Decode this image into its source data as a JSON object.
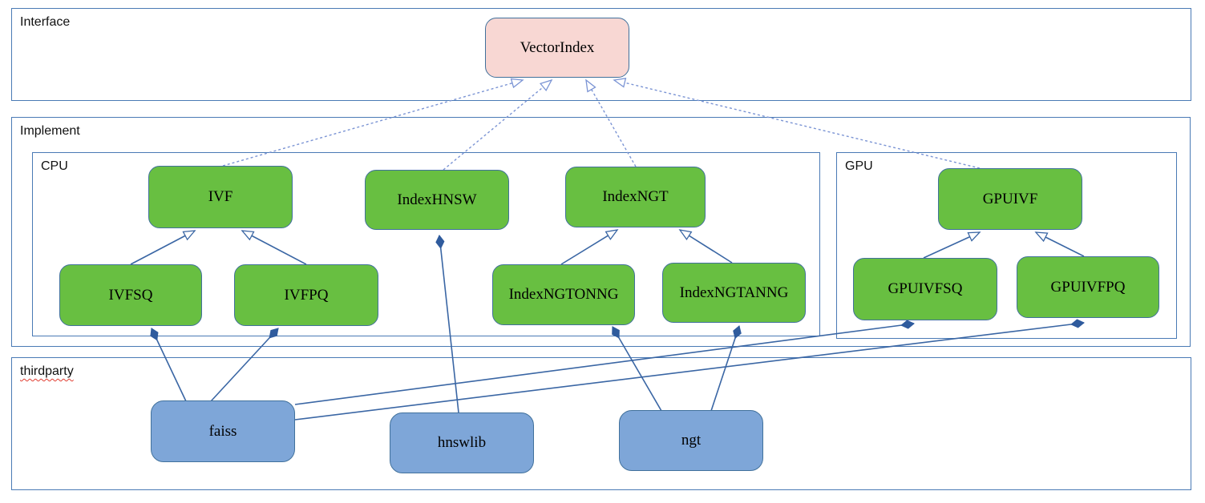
{
  "diagram": {
    "containers": {
      "interface": {
        "label": "Interface"
      },
      "implement": {
        "label": "Implement"
      },
      "cpu": {
        "label": "CPU"
      },
      "gpu": {
        "label": "GPU"
      },
      "thirdparty": {
        "label": "thirdparty",
        "spellcheck_underline": true
      }
    },
    "nodes": {
      "vectorindex": {
        "label": "VectorIndex",
        "kind": "interface"
      },
      "ivf": {
        "label": "IVF",
        "kind": "cpu-class"
      },
      "indexhnsw": {
        "label": "IndexHNSW",
        "kind": "cpu-class"
      },
      "indexngt": {
        "label": "IndexNGT",
        "kind": "cpu-class"
      },
      "ivfsq": {
        "label": "IVFSQ",
        "kind": "cpu-class"
      },
      "ivfpq": {
        "label": "IVFPQ",
        "kind": "cpu-class"
      },
      "indexngtonng": {
        "label": "IndexNGTONNG",
        "kind": "cpu-class"
      },
      "indexngtanng": {
        "label": "IndexNGTANNG",
        "kind": "cpu-class"
      },
      "gpuivf": {
        "label": "GPUIVF",
        "kind": "gpu-class"
      },
      "gpuivfsq": {
        "label": "GPUIVFSQ",
        "kind": "gpu-class"
      },
      "gpuivfpq": {
        "label": "GPUIVFPQ",
        "kind": "gpu-class"
      },
      "faiss": {
        "label": "faiss",
        "kind": "thirdparty-lib"
      },
      "hnswlib": {
        "label": "hnswlib",
        "kind": "thirdparty-lib"
      },
      "ngt": {
        "label": "ngt",
        "kind": "thirdparty-lib"
      }
    },
    "edges": [
      {
        "from": "IVF",
        "to": "VectorIndex",
        "type": "realization-dashed-open-arrow"
      },
      {
        "from": "IndexHNSW",
        "to": "VectorIndex",
        "type": "realization-dashed-open-arrow"
      },
      {
        "from": "IndexNGT",
        "to": "VectorIndex",
        "type": "realization-dashed-open-arrow"
      },
      {
        "from": "GPUIVF",
        "to": "VectorIndex",
        "type": "realization-dashed-open-arrow"
      },
      {
        "from": "IVFSQ",
        "to": "IVF",
        "type": "generalization-open-arrow"
      },
      {
        "from": "IVFPQ",
        "to": "IVF",
        "type": "generalization-open-arrow"
      },
      {
        "from": "IndexNGTONNG",
        "to": "IndexNGT",
        "type": "generalization-open-arrow"
      },
      {
        "from": "IndexNGTANNG",
        "to": "IndexNGT",
        "type": "generalization-open-arrow"
      },
      {
        "from": "GPUIVFSQ",
        "to": "GPUIVF",
        "type": "generalization-open-arrow"
      },
      {
        "from": "GPUIVFPQ",
        "to": "GPUIVF",
        "type": "generalization-open-arrow"
      },
      {
        "from": "faiss",
        "to": "IVFSQ",
        "type": "composition-filled-diamond"
      },
      {
        "from": "faiss",
        "to": "IVFPQ",
        "type": "composition-filled-diamond"
      },
      {
        "from": "faiss",
        "to": "GPUIVFSQ",
        "type": "composition-filled-diamond"
      },
      {
        "from": "faiss",
        "to": "GPUIVFPQ",
        "type": "composition-filled-diamond"
      },
      {
        "from": "hnswlib",
        "to": "IndexHNSW",
        "type": "composition-filled-diamond"
      },
      {
        "from": "ngt",
        "to": "IndexNGTONNG",
        "type": "composition-filled-diamond"
      },
      {
        "from": "ngt",
        "to": "IndexNGTANNG",
        "type": "composition-filled-diamond"
      }
    ],
    "colors": {
      "interface_node_fill": "#f8d7d3",
      "implement_node_fill": "#68bf41",
      "thirdparty_node_fill": "#7ea6d8",
      "node_border": "#41719c",
      "container_border": "#4a7ab5",
      "solid_edge": "#3a66a4",
      "dashed_edge": "#7b94d4",
      "diamond_fill": "#2f5b9d",
      "spellcheck_color": "#e03c31",
      "text": "#000000"
    }
  }
}
